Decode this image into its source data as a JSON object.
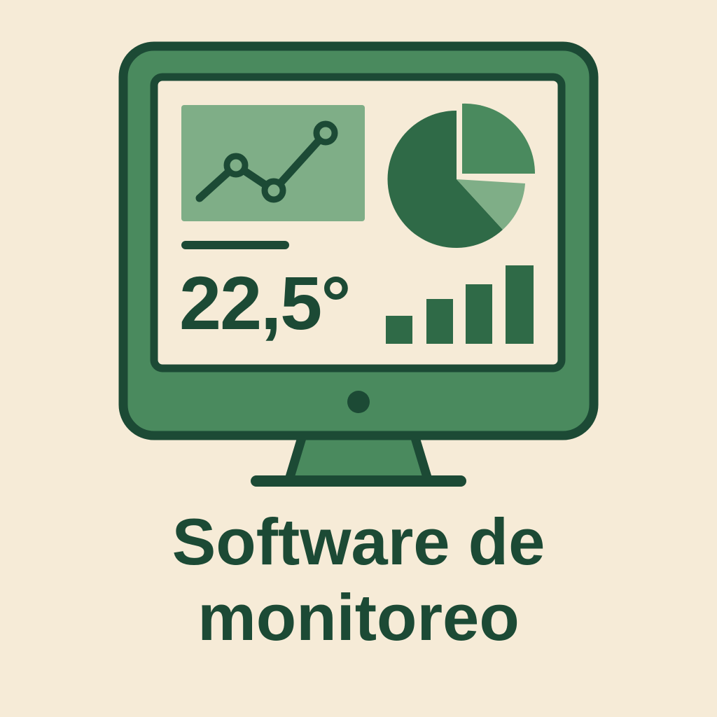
{
  "colors": {
    "background": "#f6ebd7",
    "monitor_frame": "#4a8a5e",
    "outline": "#1c4a35",
    "screen": "#f6ebd7",
    "panel_light": "#7fae87",
    "dark_green": "#2f6a47",
    "mid_green": "#4a8a5e",
    "light_green": "#7fae87"
  },
  "icons": {
    "line_chart": "line-chart-icon",
    "pie_chart": "pie-chart-icon",
    "bar_chart": "bar-chart-icon",
    "power_button": "power-button-icon"
  },
  "readout": "22,5°",
  "caption": {
    "line1": "Software de",
    "line2": "monitoreo"
  }
}
